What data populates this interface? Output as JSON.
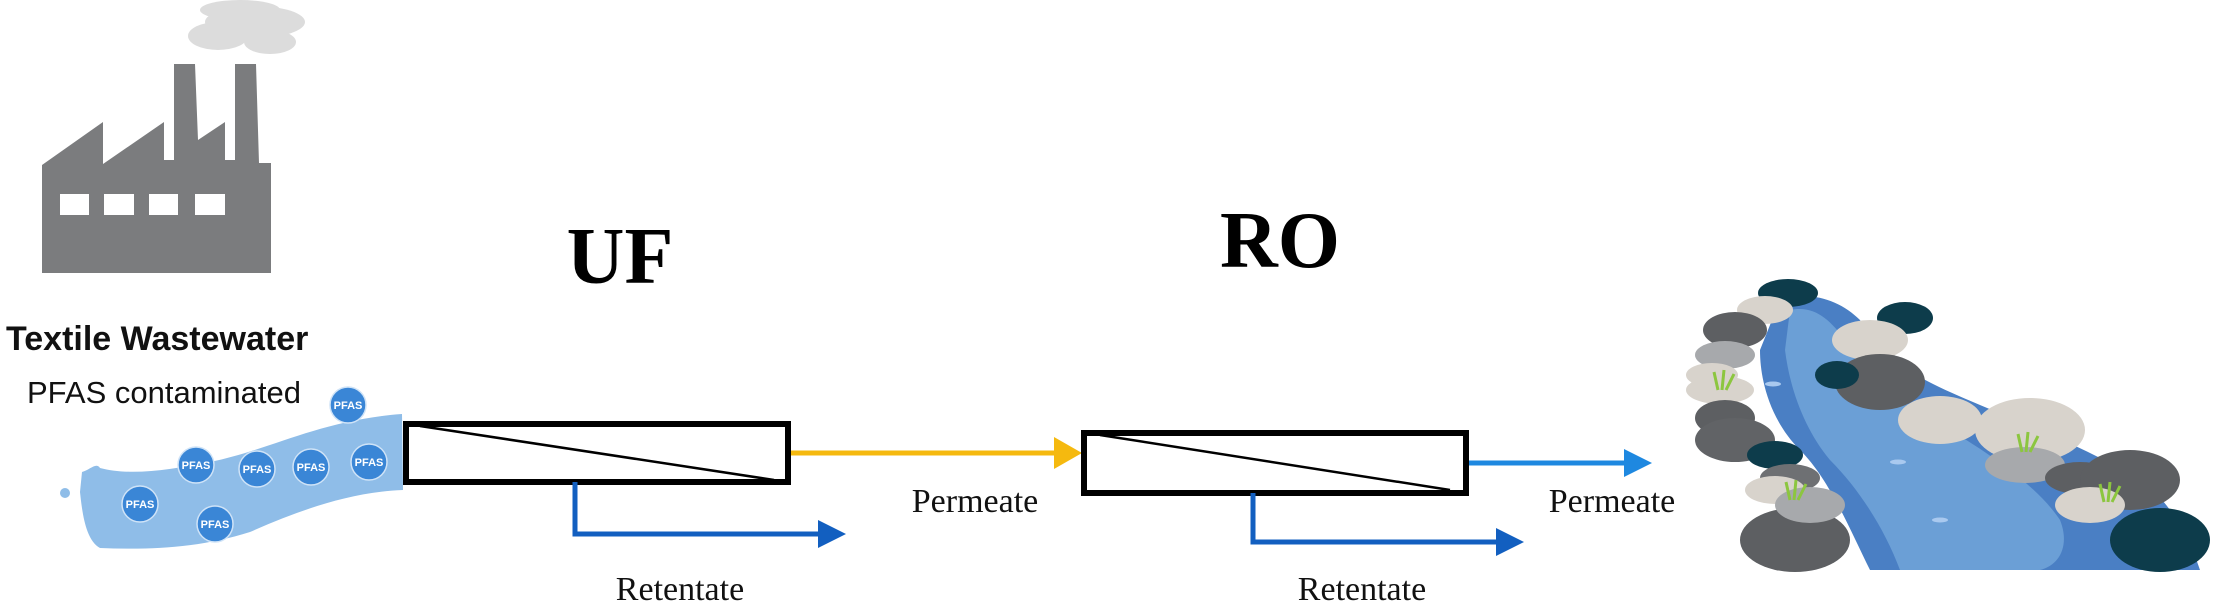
{
  "source": {
    "title": "Textile Wastewater",
    "subtitle": "PFAS contaminated",
    "particle_label": "PFAS",
    "particle_count": 7
  },
  "stages": [
    {
      "id": "uf",
      "label": "UF",
      "permeate_label": "Permeate",
      "retentate_label": "Retentate"
    },
    {
      "id": "ro",
      "label": "RO",
      "permeate_label": "Permeate",
      "retentate_label": "Retentate"
    }
  ],
  "colors": {
    "factory": "#7b7c7e",
    "smoke": "#dcdcdc",
    "stream": "#8fbde8",
    "particle": "#3a86d6",
    "uf_permeate": "#f5b90f",
    "ro_permeate": "#1e88e0",
    "retentate": "#125fc0",
    "membrane_border": "#000000"
  },
  "destination": {
    "icon": "river-icon"
  }
}
